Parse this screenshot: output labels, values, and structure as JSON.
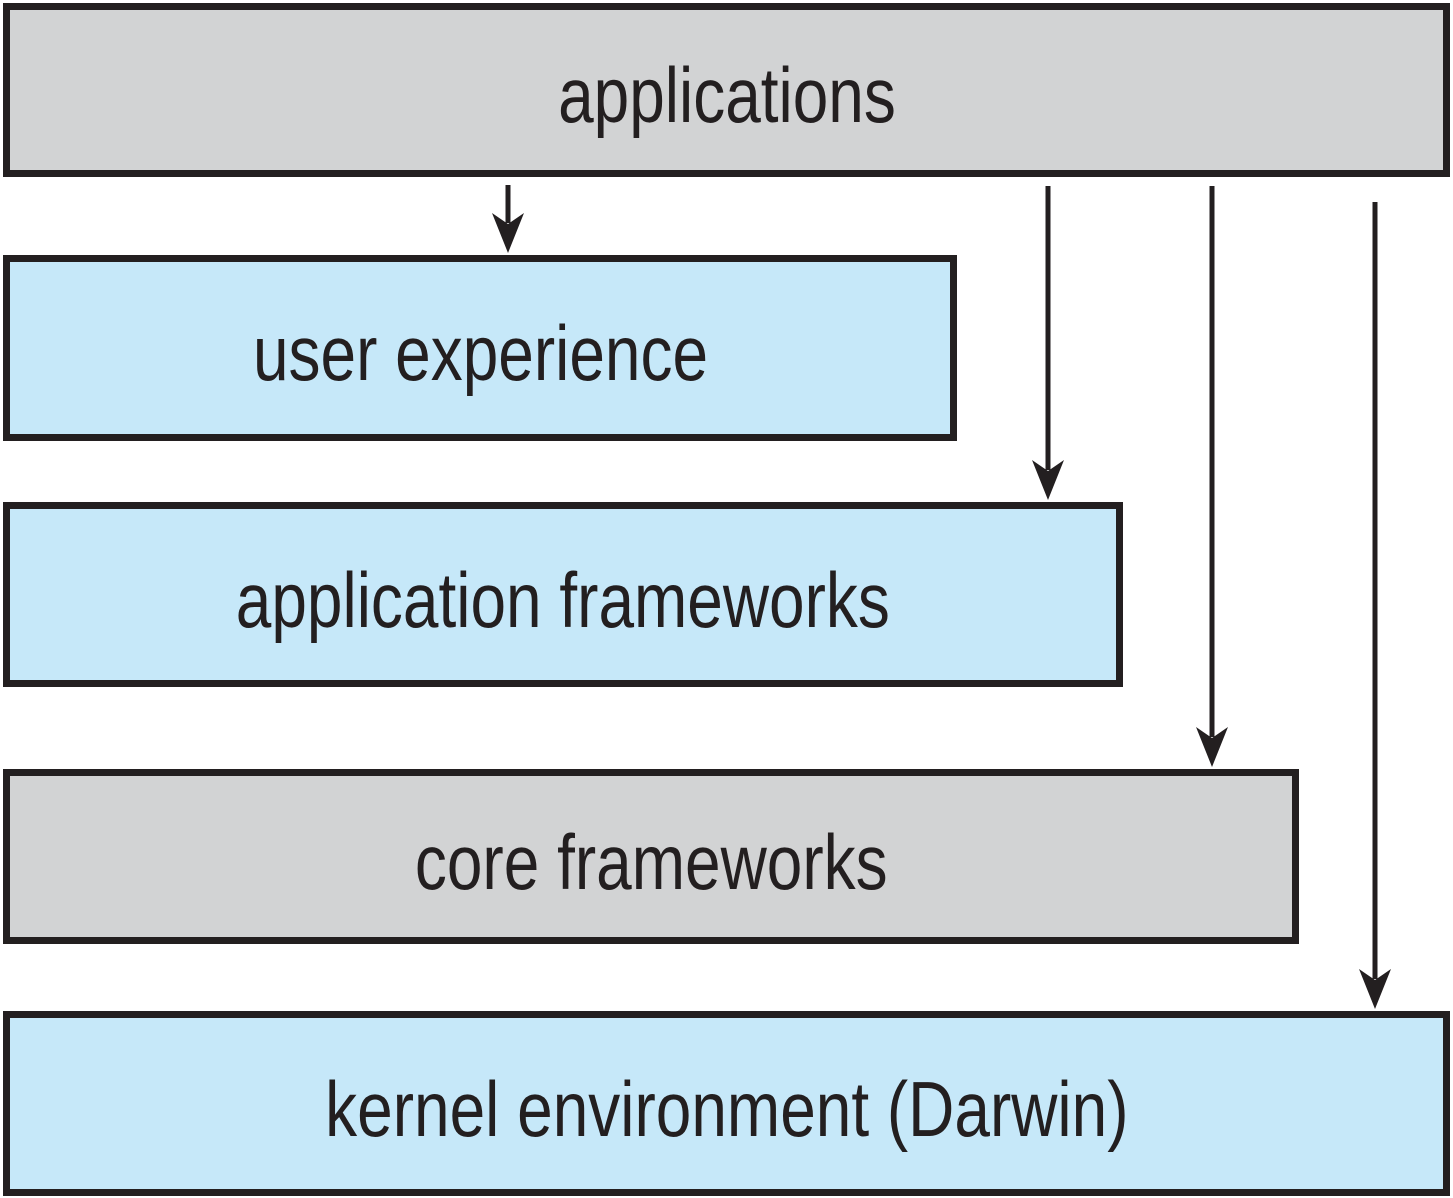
{
  "boxes": [
    {
      "id": "applications",
      "label": "applications",
      "fill": "#d2d3d4"
    },
    {
      "id": "user-experience",
      "label": "user experience",
      "fill": "#c6e8f9"
    },
    {
      "id": "application-frameworks",
      "label": "application frameworks",
      "fill": "#c6e8f9"
    },
    {
      "id": "core-frameworks",
      "label": "core frameworks",
      "fill": "#d2d3d4"
    },
    {
      "id": "kernel-environment",
      "label": "kernel environment (Darwin)",
      "fill": "#c6e8f9"
    }
  ],
  "arrows": [
    {
      "from": "applications",
      "to": "user experience"
    },
    {
      "from": "applications",
      "to": "application frameworks"
    },
    {
      "from": "applications",
      "to": "core frameworks"
    },
    {
      "from": "applications",
      "to": "kernel environment (Darwin)"
    }
  ],
  "colors": {
    "border": "#231f20",
    "arrow": "#231f20",
    "text": "#231f20",
    "gray_fill": "#d2d3d4",
    "blue_fill": "#c6e8f9",
    "background": "#ffffff"
  }
}
